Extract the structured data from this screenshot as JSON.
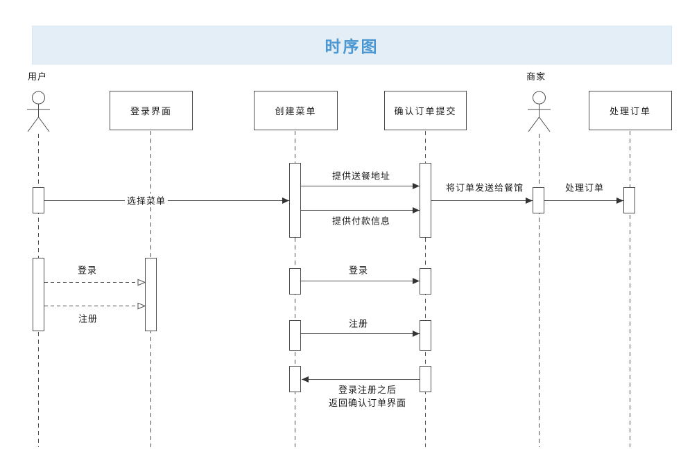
{
  "diagram": {
    "title": "时序图"
  },
  "actors": [
    {
      "label": "用户"
    },
    {
      "label": "商家"
    }
  ],
  "objects": [
    {
      "label": "登录界面"
    },
    {
      "label": "创建菜单"
    },
    {
      "label": "确认订单提交"
    },
    {
      "label": "处理订单"
    }
  ],
  "messages": [
    {
      "label": "选择菜单",
      "from": "用户",
      "to": "创建菜单",
      "line": "solid"
    },
    {
      "label": "提供送餐地址",
      "from": "创建菜单",
      "to": "确认订单提交",
      "line": "solid"
    },
    {
      "label": "提供付款信息",
      "from": "创建菜单",
      "to": "确认订单提交",
      "line": "solid"
    },
    {
      "label": "将订单发送给餐馆",
      "from": "确认订单提交",
      "to": "商家",
      "line": "solid"
    },
    {
      "label": "处理订单",
      "from": "商家",
      "to": "处理订单",
      "line": "solid"
    },
    {
      "label": "登录",
      "from": "用户",
      "to": "登录界面",
      "line": "dashed"
    },
    {
      "label": "注册",
      "from": "用户",
      "to": "登录界面",
      "line": "dashed"
    },
    {
      "label": "登录",
      "from": "创建菜单",
      "to": "确认订单提交",
      "line": "solid"
    },
    {
      "label": "注册",
      "from": "创建菜单",
      "to": "确认订单提交",
      "line": "solid"
    },
    {
      "label_line1": "登录注册之后",
      "label_line2": "返回确认订单界面",
      "from": "确认订单提交",
      "to": "创建菜单",
      "line": "solid"
    }
  ],
  "colors": {
    "banner_bg": "#e4eef7",
    "title_text": "#4a97d2",
    "line": "#4c4c4c",
    "shape_bg": "#ffffff"
  }
}
